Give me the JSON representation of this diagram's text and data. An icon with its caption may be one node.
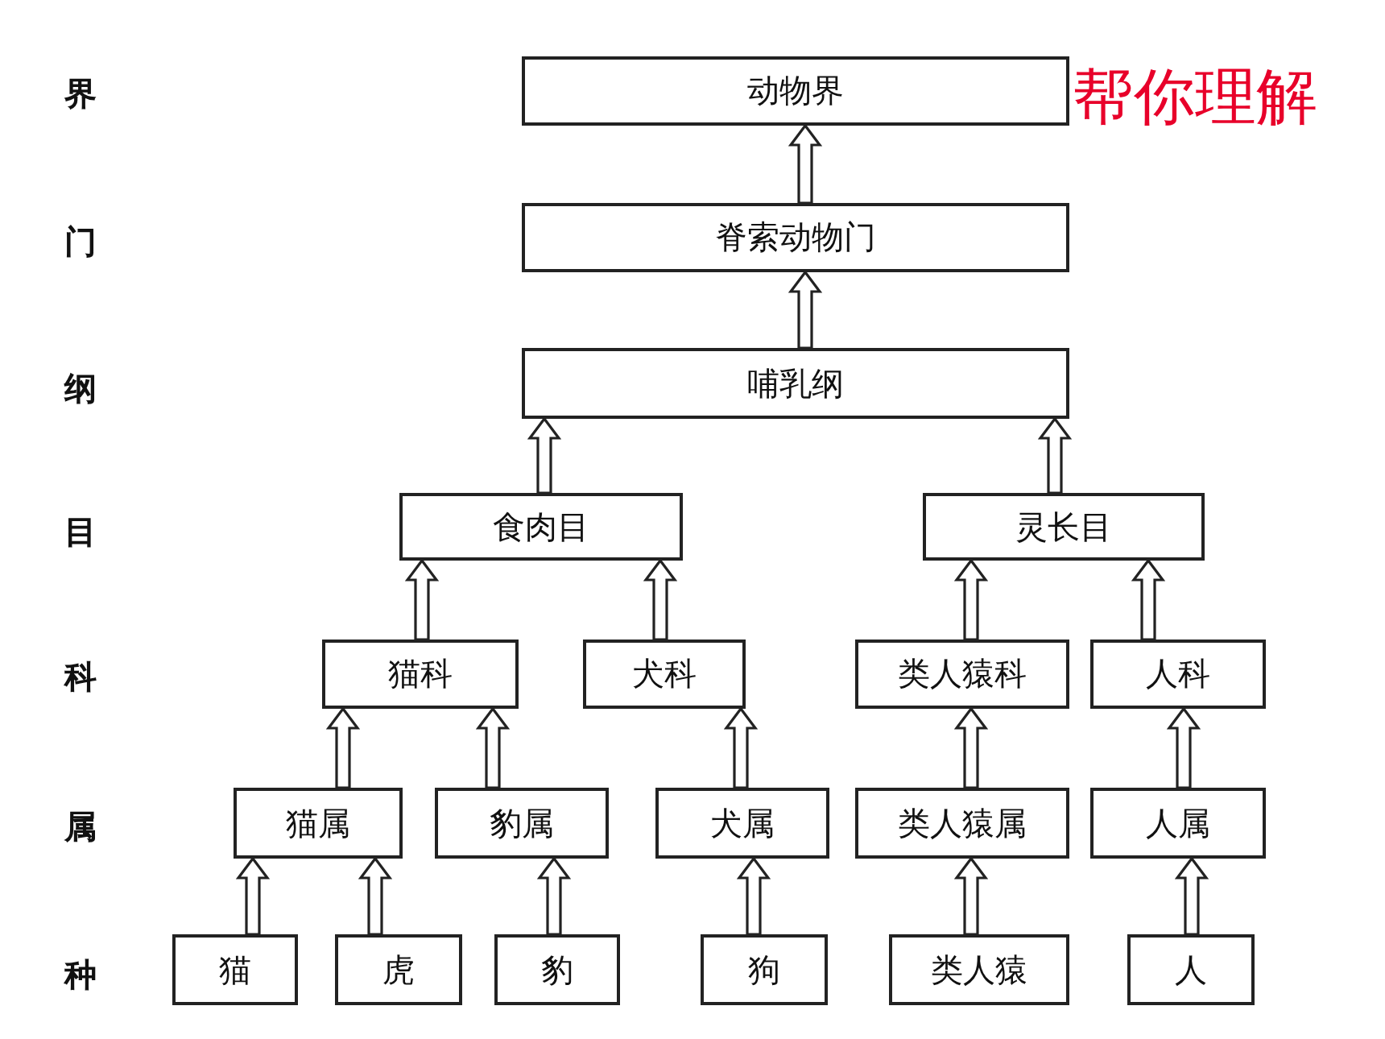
{
  "diagram": {
    "nodes": [
      {
        "text": [
          "动物界"
        ]
      },
      {
        "text": [
          "脊索动物门"
        ]
      },
      {
        "text": [
          "哺乳纲"
        ]
      },
      {
        "text": [
          "食肉目"
        ]
      },
      {
        "text": [
          "灵长目"
        ]
      },
      {
        "text": [
          "猫科"
        ]
      },
      {
        "text": [
          "犬科"
        ]
      },
      {
        "text": [
          "类人猿科"
        ]
      },
      {
        "text": [
          "人科"
        ]
      },
      {
        "text": [
          "猫属"
        ]
      },
      {
        "text": [
          "豹属"
        ]
      },
      {
        "text": [
          "犬属"
        ]
      },
      {
        "text": [
          "类人猿属"
        ]
      },
      {
        "text": [
          "人属"
        ]
      },
      {
        "text": [
          "猫"
        ]
      },
      {
        "text": [
          "虎"
        ]
      },
      {
        "text": [
          "豹"
        ]
      },
      {
        "text": [
          "狗"
        ]
      },
      {
        "text": [
          "类人猿"
        ]
      },
      {
        "text": [
          "人"
        ]
      }
    ],
    "edges": [
      {
        "from": 1,
        "to": 0,
        "arrow": "to"
      },
      {
        "from": 2,
        "to": 1,
        "arrow": "to"
      },
      {
        "from": 3,
        "to": 2,
        "arrow": "to"
      },
      {
        "from": 4,
        "to": 2,
        "arrow": "to"
      },
      {
        "from": 5,
        "to": 3,
        "arrow": "to"
      },
      {
        "from": 6,
        "to": 3,
        "arrow": "to"
      },
      {
        "from": 7,
        "to": 4,
        "arrow": "to"
      },
      {
        "from": 8,
        "to": 4,
        "arrow": "to"
      },
      {
        "from": 9,
        "to": 5,
        "arrow": "to"
      },
      {
        "from": 10,
        "to": 5,
        "arrow": "to"
      },
      {
        "from": 11,
        "to": 6,
        "arrow": "to"
      },
      {
        "from": 12,
        "to": 7,
        "arrow": "to"
      },
      {
        "from": 13,
        "to": 8,
        "arrow": "to"
      },
      {
        "from": 14,
        "to": 9,
        "arrow": "to"
      },
      {
        "from": 15,
        "to": 9,
        "arrow": "to"
      },
      {
        "from": 16,
        "to": 10,
        "arrow": "to"
      },
      {
        "from": 17,
        "to": 11,
        "arrow": "to"
      },
      {
        "from": 18,
        "to": 12,
        "arrow": "to"
      },
      {
        "from": 19,
        "to": 13,
        "arrow": "to"
      }
    ],
    "labels": [
      "界",
      "帮你理解",
      "门",
      "纲",
      "目",
      "科",
      "属",
      "种"
    ]
  }
}
